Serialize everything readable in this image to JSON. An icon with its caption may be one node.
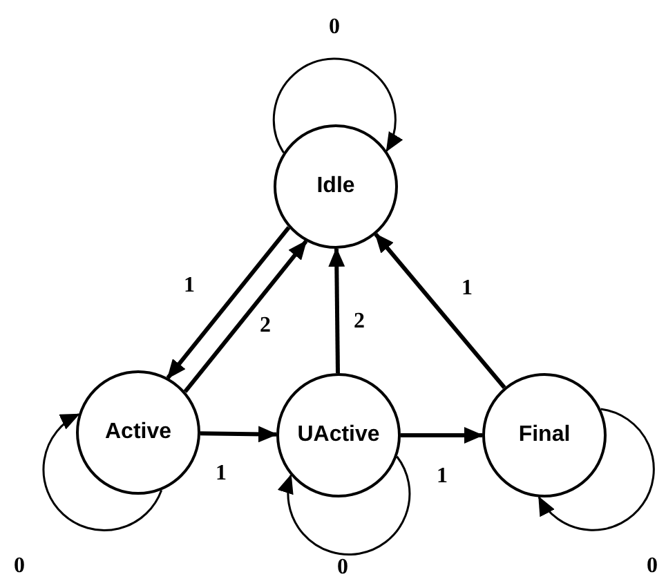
{
  "diagram": {
    "nodes": [
      {
        "text": [
          "Idle"
        ]
      },
      {
        "text": [
          "Active"
        ]
      },
      {
        "text": [
          "UActive"
        ]
      },
      {
        "text": [
          "Final"
        ]
      }
    ],
    "edges": [
      {
        "from": 0,
        "to": 0,
        "arrow": "to",
        "label": "0"
      },
      {
        "from": 0,
        "to": 1,
        "arrow": "to",
        "label": "1"
      },
      {
        "from": 1,
        "to": 0,
        "arrow": "to",
        "label": "2"
      },
      {
        "from": 2,
        "to": 0,
        "arrow": "to",
        "label": "2"
      },
      {
        "from": 3,
        "to": 0,
        "arrow": "to",
        "label": "1"
      },
      {
        "from": 1,
        "to": 2,
        "arrow": "to",
        "label": "1"
      },
      {
        "from": 2,
        "to": 3,
        "arrow": "to",
        "label": "1"
      },
      {
        "from": 1,
        "to": 1,
        "arrow": "to",
        "label": "0"
      },
      {
        "from": 2,
        "to": 2,
        "arrow": "to",
        "label": "0"
      },
      {
        "from": 3,
        "to": 3,
        "arrow": "to",
        "label": "0"
      }
    ]
  }
}
